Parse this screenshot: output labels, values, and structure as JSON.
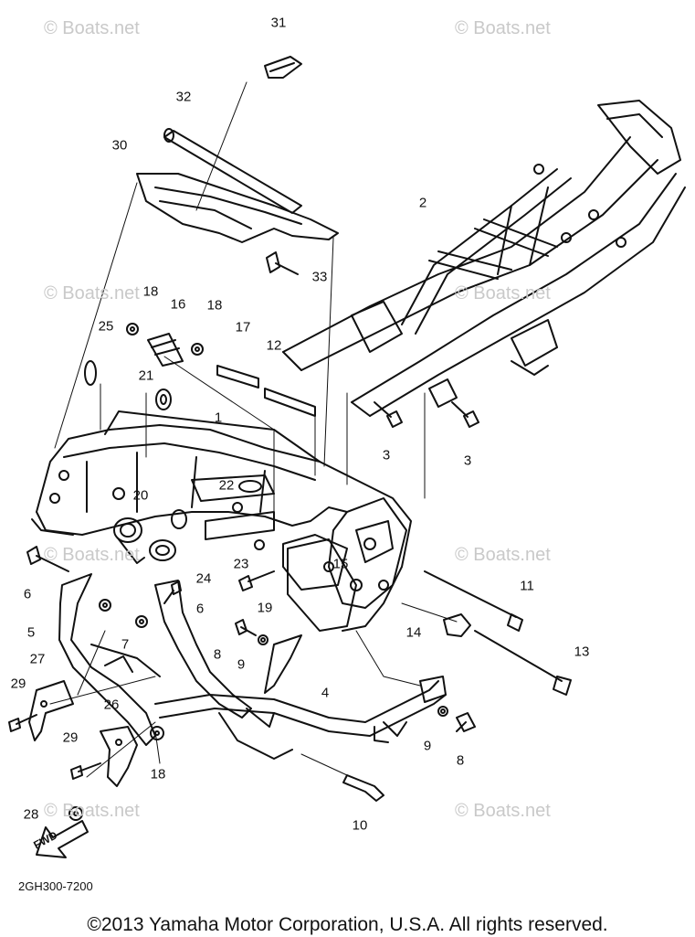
{
  "watermark": "© Boats.net",
  "part_numbers": [
    "1",
    "2",
    "3",
    "3",
    "4",
    "5",
    "6",
    "6",
    "7",
    "8",
    "8",
    "9",
    "9",
    "10",
    "11",
    "12",
    "13",
    "14",
    "15",
    "16",
    "17",
    "18",
    "18",
    "18",
    "19",
    "20",
    "21",
    "22",
    "23",
    "24",
    "25",
    "26",
    "27",
    "28",
    "29",
    "29",
    "30",
    "31",
    "32",
    "33"
  ],
  "fwd_label": "FWD",
  "diagram_code": "2GH300-7200",
  "copyright": "©2013 Yamaha Motor Corporation, U.S.A. All rights reserved."
}
